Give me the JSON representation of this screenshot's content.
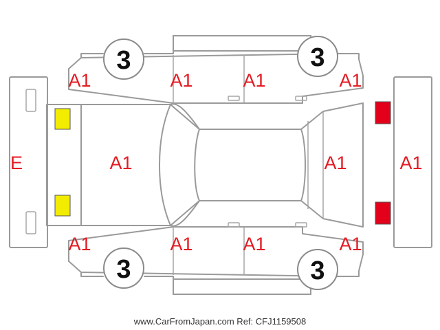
{
  "diagram": {
    "colors": {
      "outline": "#9a9a9a",
      "damage_code": "#e31b23",
      "marker_yellow": "#f2ec00",
      "marker_red": "#e2001a"
    },
    "wheels": {
      "front_left": "3",
      "front_right": "3",
      "rear_left": "3",
      "rear_right": "3"
    },
    "codes": {
      "front_bumper": "E",
      "front_left_fender": "A1",
      "front_left_door": "A1",
      "rear_left_door": "A1",
      "rear_left_quarter": "A1",
      "hood": "A1",
      "trunk": "A1",
      "rear_bumper": "A1",
      "front_right_fender": "A1",
      "front_right_door": "A1",
      "rear_right_door": "A1",
      "rear_right_quarter": "A1"
    },
    "footer": "www.CarFromJapan.com Ref: CFJ1159508"
  }
}
